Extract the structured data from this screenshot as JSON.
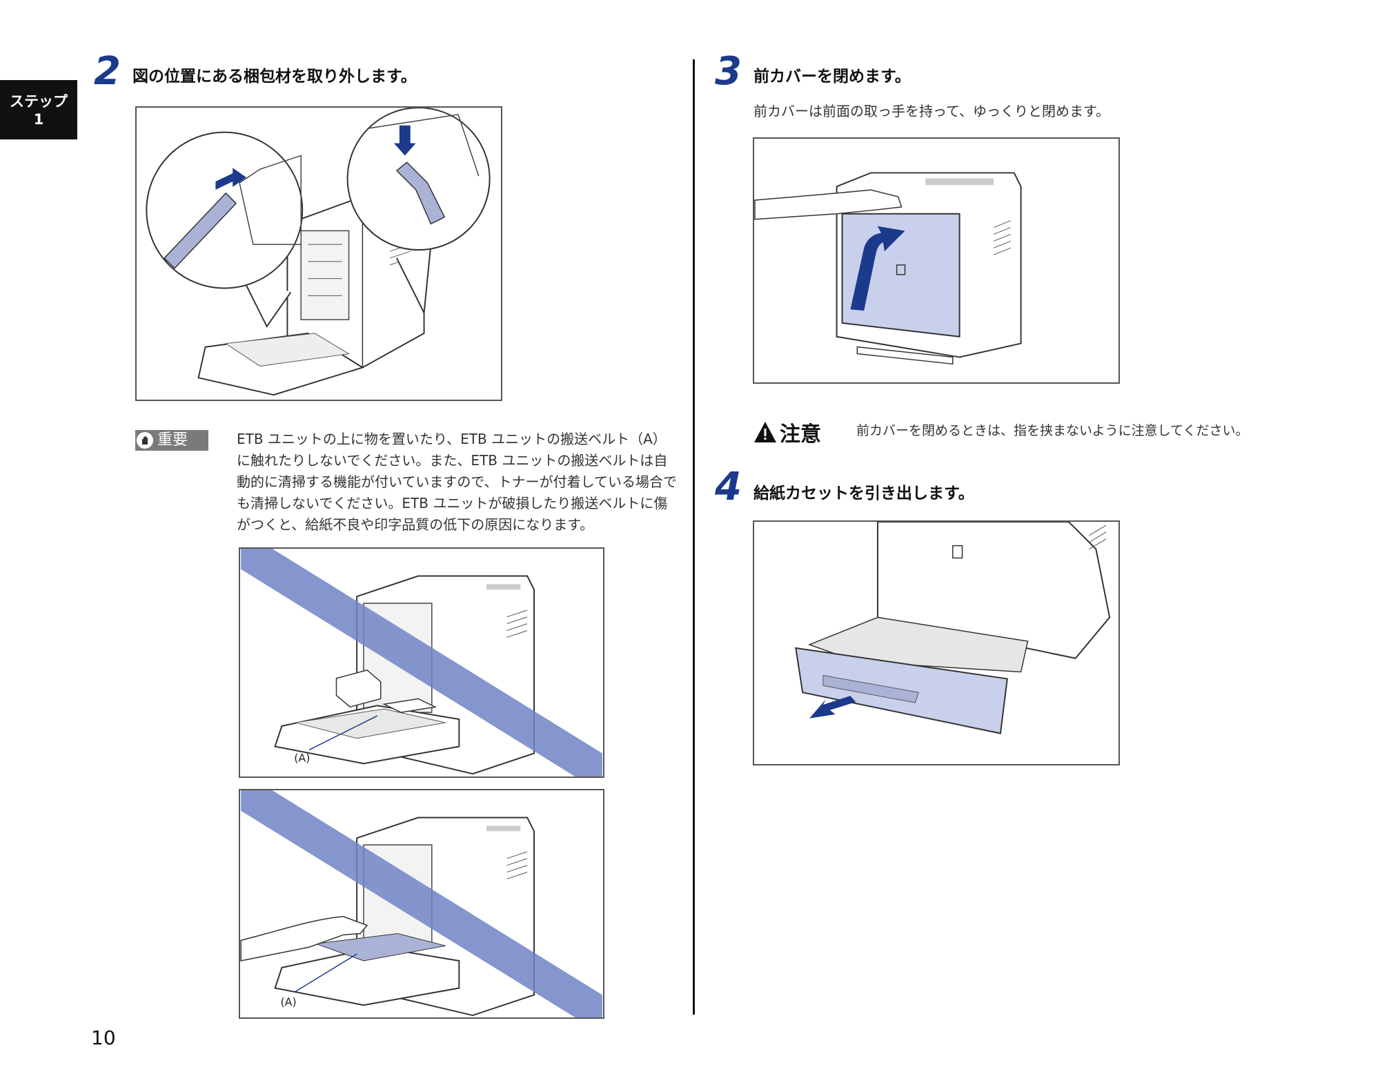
{
  "side_tab": {
    "line1": "ステップ",
    "line2": "1"
  },
  "page_number": "10",
  "steps": [
    {
      "num": "2",
      "heading": "図の位置にある梱包材を取り外します。"
    },
    {
      "num": "3",
      "heading": "前カバーを閉めます。",
      "body": "前カバーは前面の取っ手を持って、ゆっくりと閉めます。"
    },
    {
      "num": "4",
      "heading": "給紙カセットを引き出します。"
    }
  ],
  "important": {
    "label": "重要",
    "lines": [
      "ETB ユニットの上に物を置いたり、ETB ユニットの搬送ベルト（A）",
      "に触れたりしないでください。また、ETB ユニットの搬送ベルトは自",
      "動的に清掃する機能が付いていますので、トナーが付着している場合で",
      "も清掃しないでください。ETB ユニットが破損したり搬送ベルトに傷",
      "がつくと、給紙不良や印字品質の低下の原因になります。"
    ]
  },
  "caution": {
    "label": "注意",
    "text": "前カバーを閉めるときは、指を挟まないように注意してください。"
  },
  "figure_labels": {
    "belt_a_1": "(A)",
    "belt_a_2": "(A)"
  },
  "colors": {
    "accent_blue": "#1b3a8c",
    "cover_blue": "#c9d0ec",
    "prohibit_band": "#6f84c4"
  }
}
